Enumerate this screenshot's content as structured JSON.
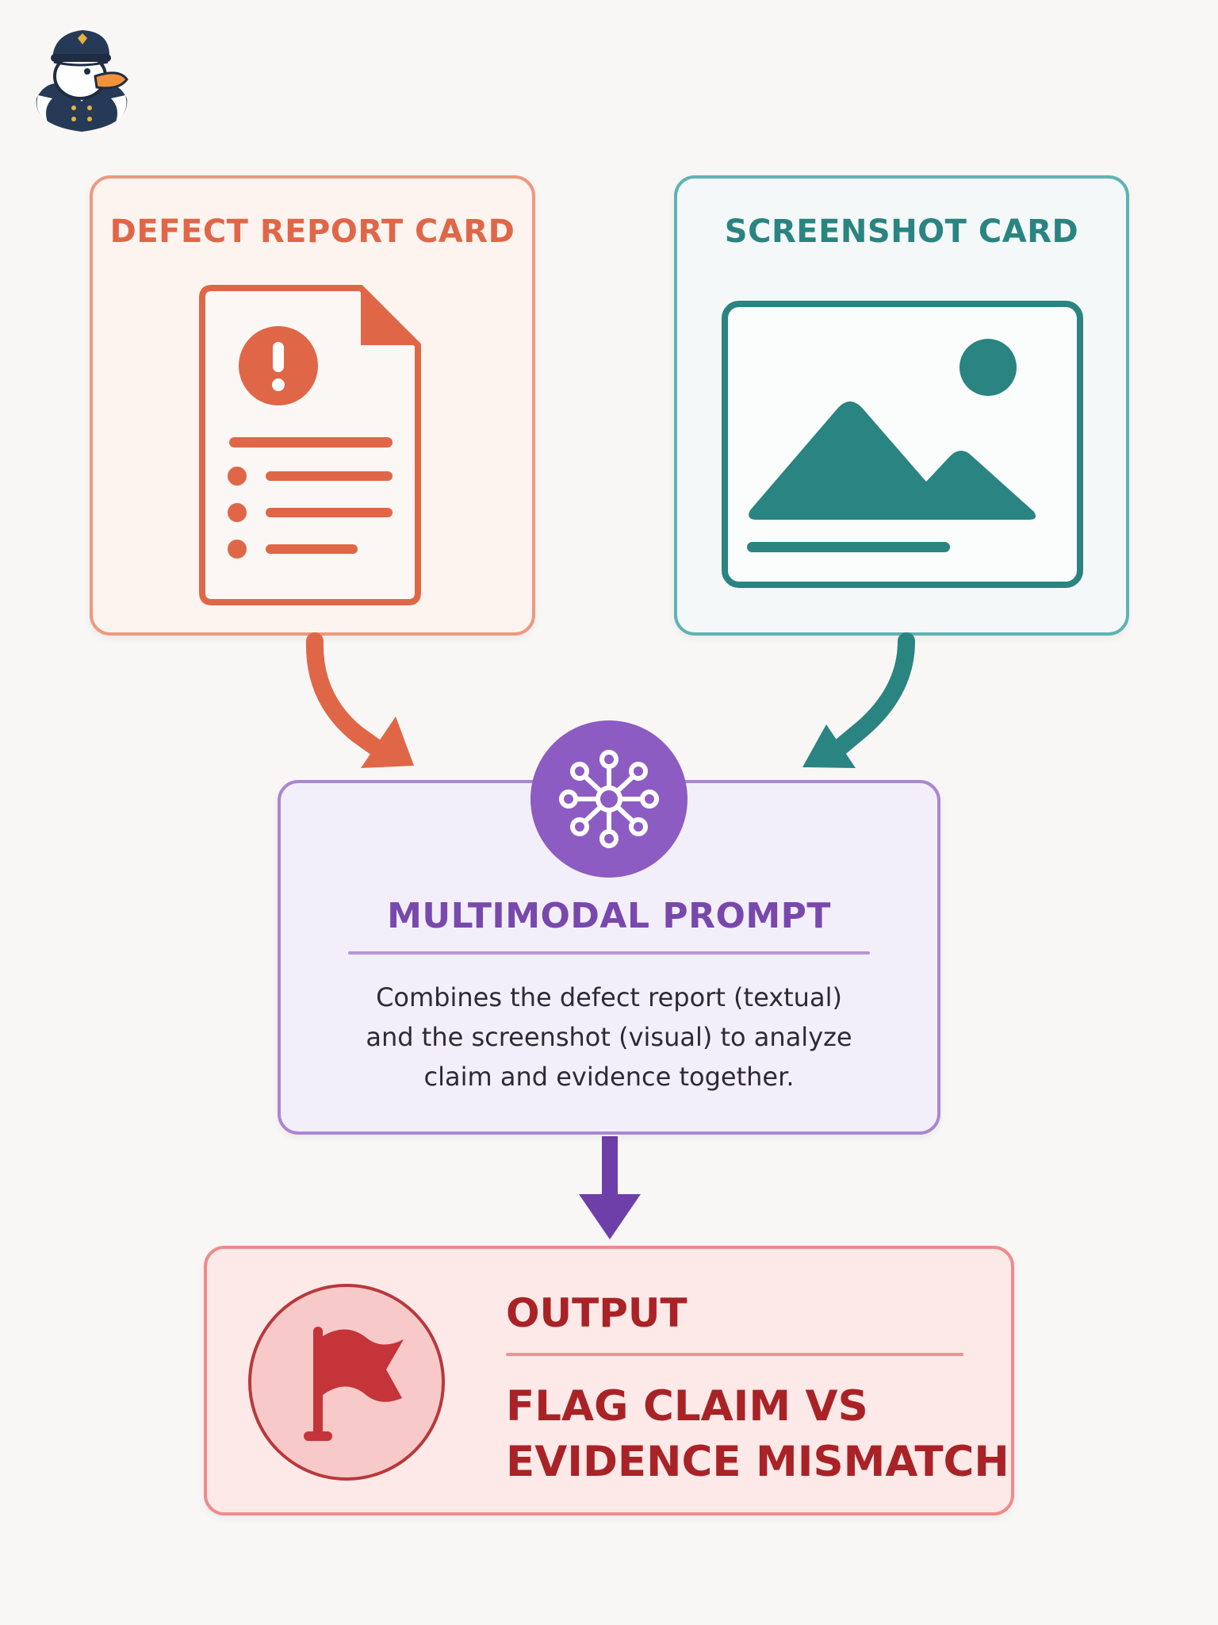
{
  "logo": {
    "icon": "captain-duck-logo"
  },
  "defect_card": {
    "title": "DEFECT REPORT CARD",
    "icon": "document-alert-icon",
    "color": "#df6748"
  },
  "screenshot_card": {
    "title": "SCREENSHOT CARD",
    "icon": "image-icon",
    "color": "#2a8481"
  },
  "prompt": {
    "title": "MULTIMODAL PROMPT",
    "icon": "network-hub-icon",
    "color": "#7848ad",
    "lines": [
      "Combines the defect report (textual)",
      "and the screenshot (visual) to analyze",
      "claim and evidence together."
    ]
  },
  "output": {
    "label": "OUTPUT",
    "icon": "flag-icon",
    "color": "#a92226",
    "lines": [
      "FLAG CLAIM VS",
      "EVIDENCE MISMATCH"
    ]
  }
}
